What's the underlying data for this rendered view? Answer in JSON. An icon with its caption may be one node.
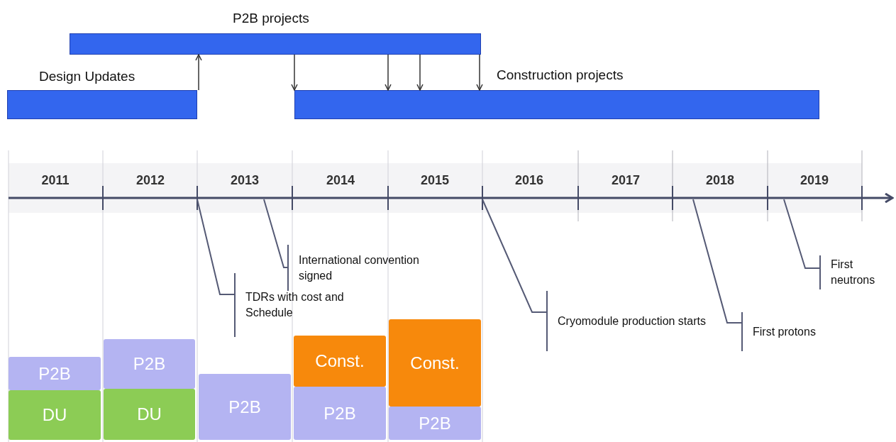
{
  "diagram": {
    "nodes": [
      {
        "text": [
          "P2B projects"
        ]
      },
      {
        "text": [
          "Design Updates"
        ]
      },
      {
        "text": [
          "Construction projects"
        ]
      },
      {
        "text": [
          "TDRs with cost and Schedule"
        ]
      },
      {
        "text": [
          "International convention signed"
        ]
      },
      {
        "text": [
          "Cryomodule production starts"
        ]
      },
      {
        "text": [
          "First protons"
        ]
      },
      {
        "text": [
          "First neutrons"
        ]
      },
      {
        "text": [
          "P2B"
        ]
      },
      {
        "text": [
          "DU"
        ]
      },
      {
        "text": [
          "P2B"
        ]
      },
      {
        "text": [
          "DU"
        ]
      },
      {
        "text": [
          "P2B"
        ]
      },
      {
        "text": [
          "Const."
        ]
      },
      {
        "text": [
          "P2B"
        ]
      },
      {
        "text": [
          "Const."
        ]
      },
      {
        "text": [
          "P2B"
        ]
      }
    ],
    "edges": [
      {
        "from": 1,
        "to": 0,
        "arrow": "to"
      },
      {
        "from": 0,
        "to": 2,
        "arrow": "to"
      },
      {
        "from": 0,
        "to": 2,
        "arrow": "to"
      },
      {
        "from": 0,
        "to": 2,
        "arrow": "to"
      },
      {
        "from": 0,
        "to": 2,
        "arrow": "to"
      },
      {
        "from": 3,
        "to": null,
        "arrow": "none"
      },
      {
        "from": 4,
        "to": null,
        "arrow": "none"
      },
      {
        "from": 5,
        "to": null,
        "arrow": "none"
      },
      {
        "from": 6,
        "to": null,
        "arrow": "none"
      },
      {
        "from": 7,
        "to": null,
        "arrow": "none"
      }
    ],
    "labels": [
      "2011",
      "2012",
      "2013",
      "2014",
      "2015",
      "2016",
      "2017",
      "2018",
      "2019"
    ]
  }
}
